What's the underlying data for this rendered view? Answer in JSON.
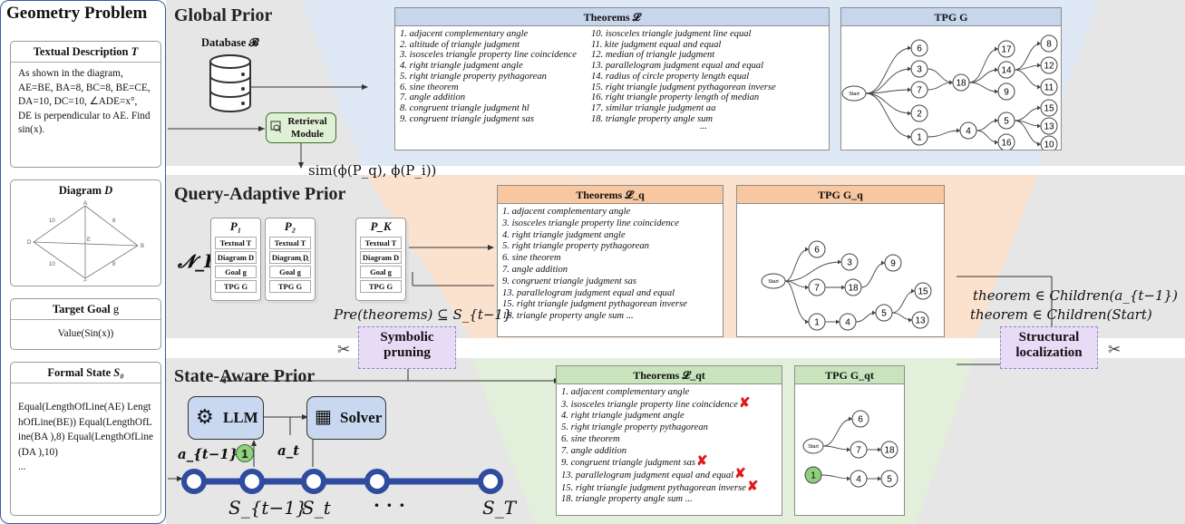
{
  "left_panel": {
    "title": "Geometry Problem",
    "textual": {
      "label": "Textual Description",
      "sym": "T",
      "text": "As shown in the diagram, AE=BE, BA=8, BC=8, BE=CE, DA=10, DC=10, ∠ADE=x°, DE is perpendicular to AE. Find sin(x)."
    },
    "diagram": {
      "label": "Diagram",
      "sym": "D"
    },
    "goal": {
      "label": "Target Goal",
      "sym": "g",
      "text": "Value(Sin(x))"
    },
    "formal": {
      "label": "Formal State",
      "sym": "S₀",
      "text": "Equal(LengthOfLine(AE) LengthOfLine(BE)) Equal(LengthOfLine(BA ),8) Equal(LengthOfLine(DA ),10)",
      "ellipsis": "..."
    }
  },
  "sections": {
    "global": "Global Prior",
    "query": "Query-Adaptive Prior",
    "state": "State-Aware Prior"
  },
  "database": {
    "label": "Database 𝓑"
  },
  "retrieval": {
    "label": "Retrieval Module"
  },
  "similarity": "sim(ϕ(P_q), ϕ(P_i))",
  "neighbors": {
    "label": "𝓝_K",
    "cards": [
      {
        "title": "P₁"
      },
      {
        "title": "P₂"
      },
      {
        "title": "P_K"
      }
    ],
    "rows": [
      "Textual T",
      "Diagram D",
      "Goal g",
      "TPG G"
    ],
    "dots": "···"
  },
  "global_theorems": {
    "title": "Theorems 𝓛",
    "col1": [
      "1. adjacent complementary angle",
      "2. altitude of triangle judgment",
      "3. isosceles triangle property line coincidence",
      "4. right triangle judgment angle",
      "5. right triangle property pythagorean",
      "6. sine theorem",
      "7. angle addition",
      "8. congruent triangle judgment hl",
      "9. congruent triangle judgment sas"
    ],
    "col2": [
      "10. isosceles triangle judgment line equal",
      "11. kite judgment equal and equal",
      "12. median of triangle judgment",
      "13. parallelogram judgment equal and equal",
      "14. radius of circle property length equal",
      "15. right triangle judgment pythagorean inverse",
      "16. right triangle property length of median",
      "17. similar triangle judgment aa",
      "18. triangle property angle sum"
    ],
    "ellipsis": "..."
  },
  "global_tpg": {
    "title": "TPG G",
    "start": "Start",
    "nodes": [
      "6",
      "3",
      "7",
      "18",
      "17",
      "8",
      "14",
      "12",
      "11",
      "9",
      "2",
      "1",
      "4",
      "5",
      "15",
      "13",
      "16",
      "10"
    ]
  },
  "query_theorems": {
    "title": "Theorems 𝓛_q",
    "items": [
      "1. adjacent complementary angle",
      "3. isosceles triangle property line coincidence",
      "4. right triangle judgment angle",
      "5. right triangle property pythagorean",
      "6. sine theorem",
      "7. angle addition",
      "9. congruent triangle judgment sas",
      "13. parallelogram judgment equal and equal",
      "15. right triangle judgment pythagorean inverse",
      "18. triangle property angle sum"
    ],
    "ellipsis": "..."
  },
  "query_tpg": {
    "title": "TPG G_q",
    "start": "Start",
    "nodes": [
      "6",
      "3",
      "9",
      "7",
      "18",
      "15",
      "1",
      "4",
      "5",
      "13"
    ]
  },
  "state_theorems": {
    "title": "Theorems 𝓛_qt",
    "items": [
      {
        "text": "1. adjacent complementary angle",
        "x": false
      },
      {
        "text": "3. isosceles triangle property line coincidence",
        "x": true
      },
      {
        "text": "4. right triangle judgment angle",
        "x": false
      },
      {
        "text": "5. right triangle property pythagorean",
        "x": false
      },
      {
        "text": "6. sine theorem",
        "x": false
      },
      {
        "text": "7. angle addition",
        "x": false
      },
      {
        "text": "9. congruent triangle judgment sas",
        "x": true
      },
      {
        "text": "13. parallelogram judgment equal and equal",
        "x": true
      },
      {
        "text": "15. right triangle judgment pythagorean inverse",
        "x": true
      },
      {
        "text": "18. triangle property angle sum",
        "x": false
      }
    ],
    "cross": "✘",
    "ellipsis": "..."
  },
  "state_tpg": {
    "title": "TPG G_qt",
    "start": "Start",
    "nodes": [
      "6",
      "7",
      "18",
      "1",
      "4",
      "5"
    ]
  },
  "pruning": {
    "label": "Symbolic pruning",
    "condition": "Pre(theorems) ⊆ S_{t−1}"
  },
  "localization": {
    "label": "Structural localization",
    "cond1": "theorem ∈ Children(a_{t−1})",
    "cond2": "theorem ∈ Children(Start)"
  },
  "llm": {
    "label": "LLM"
  },
  "solver": {
    "label": "Solver"
  },
  "actions": {
    "prev": "a_{t−1} =",
    "prev_val": "1",
    "cur": "a_t"
  },
  "states": {
    "s_prev": "S_{t−1}",
    "s_t": "S_t",
    "dots": "· · ·",
    "s_T": "S_T"
  },
  "colors": {
    "global": "#dfe8f5",
    "query": "#fbe2cf",
    "state": "#e2efda",
    "panel": "#3b5aa3",
    "chain": "#2f4c9e",
    "green_node": "#8fd07c",
    "cross": "#e0191b"
  }
}
